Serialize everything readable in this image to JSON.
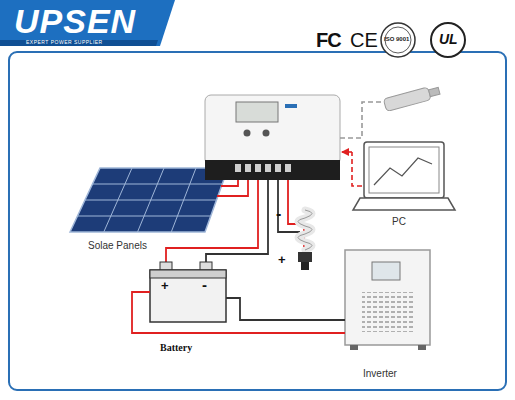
{
  "diagram": {
    "nodes": [
      {
        "text": [
          "Solae Panels"
        ]
      },
      {
        "text": [
          "PC"
        ]
      },
      {
        "text": [
          "-",
          "+"
        ]
      },
      {
        "text": [
          "+",
          "-",
          "Battery"
        ]
      },
      {
        "text": [
          "Inverter"
        ]
      }
    ],
    "edges": [
      {
        "from": 3,
        "to": 4,
        "arrow": "none"
      },
      {
        "from": 3,
        "to": 4,
        "arrow": "none"
      }
    ],
    "labels": [
      "UPSEN",
      "EXPERT POWER SUPPLIER",
      "FC",
      "CE",
      "ISO 9001",
      "UL"
    ]
  }
}
